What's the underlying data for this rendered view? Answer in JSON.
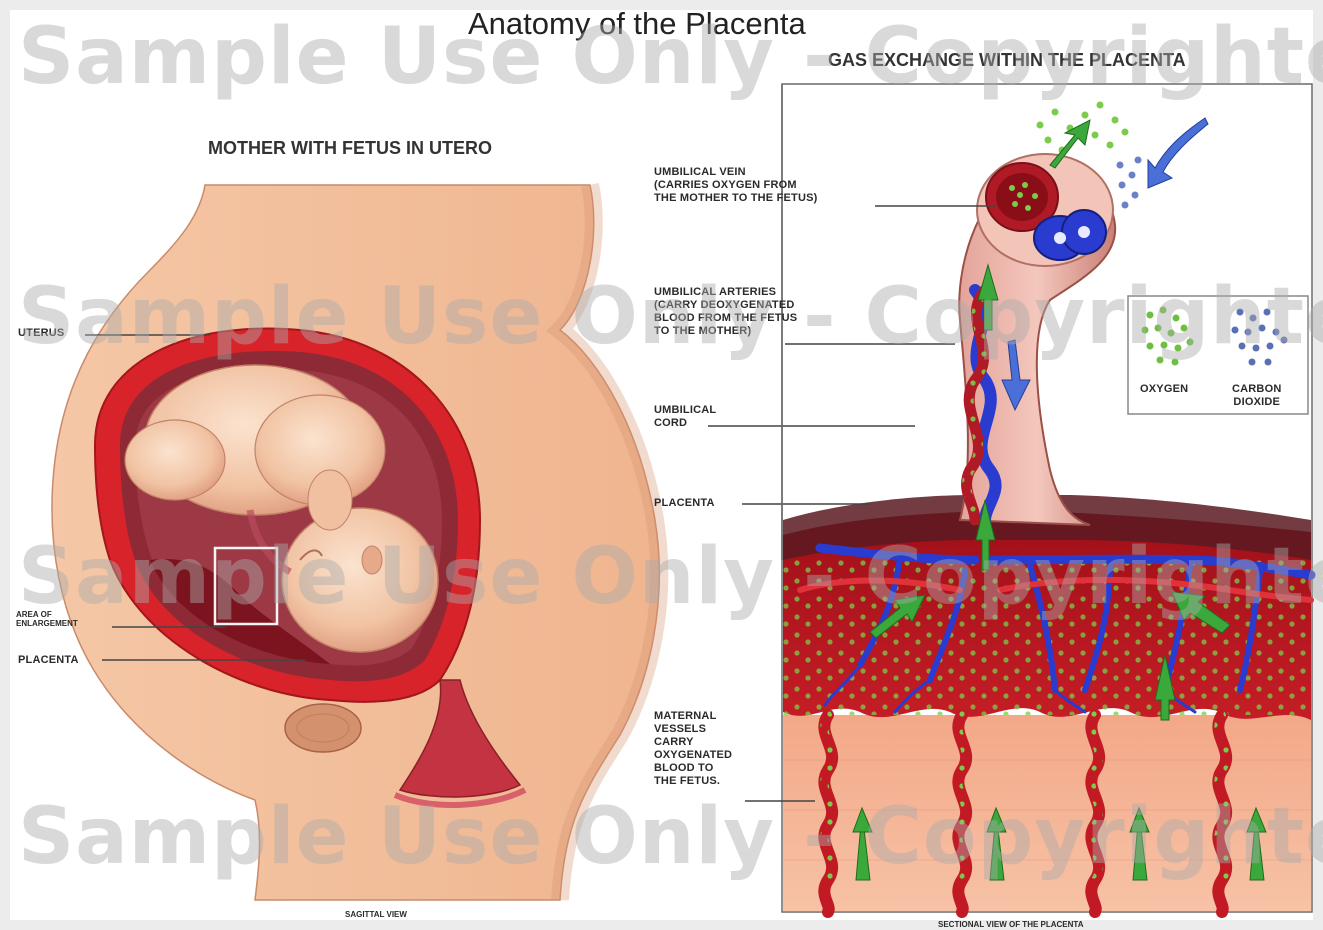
{
  "title": "Anatomy of the Placenta",
  "left_panel": {
    "heading": "MOTHER WITH FETUS IN UTERO",
    "caption": "SAGITTAL VIEW",
    "labels": {
      "uterus": "UTERUS",
      "area_of_enlargement": "AREA OF\nENLARGEMENT",
      "placenta": "PLACENTA"
    }
  },
  "right_panel": {
    "heading": "GAS EXCHANGE WITHIN THE PLACENTA",
    "caption": "SECTIONAL VIEW OF THE PLACENTA",
    "labels": {
      "umbilical_vein": "UMBILICAL VEIN\n(CARRIES OXYGEN FROM\nTHE MOTHER TO THE FETUS)",
      "umbilical_arteries": "UMBILICAL ARTERIES\n(CARRY DEOXYGENATED\nBLOOD FROM THE FETUS\nTO THE MOTHER)",
      "umbilical_cord": "UMBILICAL\nCORD",
      "placenta": "PLACENTA",
      "maternal_vessels": "MATERNAL\nVESSELS\nCARRY\nOXYGENATED\nBLOOD TO\nTHE FETUS."
    },
    "legend": {
      "oxygen": "OXYGEN",
      "carbon_dioxide": "CARBON\nDIOXIDE"
    }
  },
  "watermark": "Sample Use Only - Copyrighted",
  "colors": {
    "skin": "#f2bc98",
    "uterus_wall": "#d9232b",
    "placenta_tissue": "#b3121c",
    "vein_blue": "#2a3bd0",
    "oxygen_green": "#5bb53a",
    "co2_blue": "#5a6fb8",
    "arrow_green": "#3aa83a"
  }
}
